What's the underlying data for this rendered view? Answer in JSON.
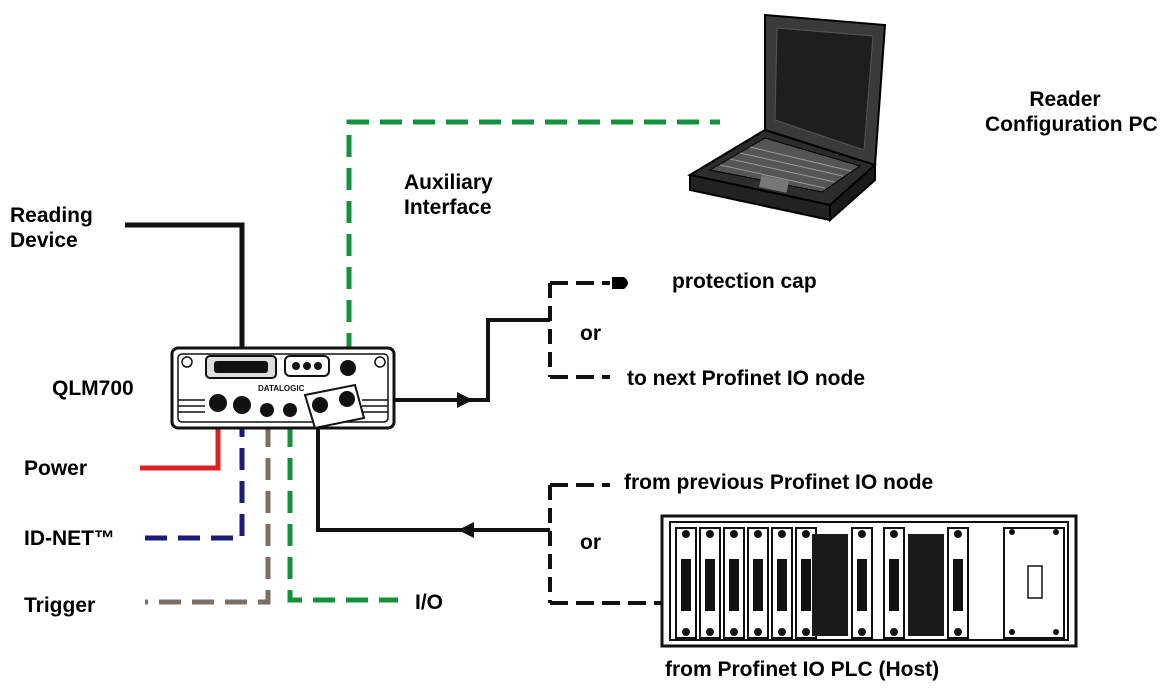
{
  "labels": {
    "reader_pc_line1": "Reader",
    "reader_pc_line2": "Configuration PC",
    "aux_line1": "Auxiliary",
    "aux_line2": "Interface",
    "reading_line1": "Reading",
    "reading_line2": "Device",
    "qlm": "QLM700",
    "protection_cap": "protection cap",
    "or_top": "or",
    "next_node": "to next Profinet IO node",
    "prev_node": "from previous Profinet IO node",
    "or_bottom": "or",
    "power": "Power",
    "idnet": "ID-NET™",
    "trigger": "Trigger",
    "io": "I/O",
    "plc": "from Profinet IO PLC (Host)"
  },
  "device_logo": "DATALOGIC",
  "colors": {
    "aux": "#12923a",
    "power": "#e02020",
    "idnet": "#1c1c78",
    "trigger": "#7b6e68",
    "io": "#12923a",
    "cable": "#111111"
  }
}
